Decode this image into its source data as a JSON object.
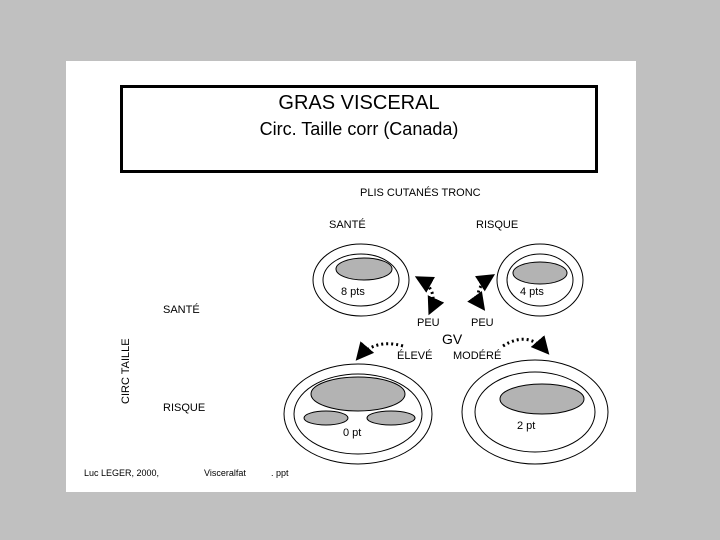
{
  "title": "GRAS VISCERAL",
  "subtitle": "Circ. Taille corr (Canada)",
  "top_axis": {
    "header": "PLIS CUTANÉS TRONC",
    "left": "SANTÉ",
    "right": "RISQUE"
  },
  "side_axis": {
    "header": "CIRC TAILLE",
    "top": "SANTÉ",
    "bottom": "RISQUE"
  },
  "cells": {
    "top_left_score": "8  pts",
    "top_right_score": "4  pts",
    "bottom_left_score": "0 pt",
    "bottom_right_score": "2 pt"
  },
  "center": {
    "gv": "GV",
    "peu_left": "PEU",
    "peu_right": "PEU",
    "eleve": "ÉLEVÉ",
    "modere": "MODÉRÉ"
  },
  "footer": {
    "author": "Luc LEGER, 2000,",
    "file": "Visceralfat",
    "ext": ". ppt"
  }
}
